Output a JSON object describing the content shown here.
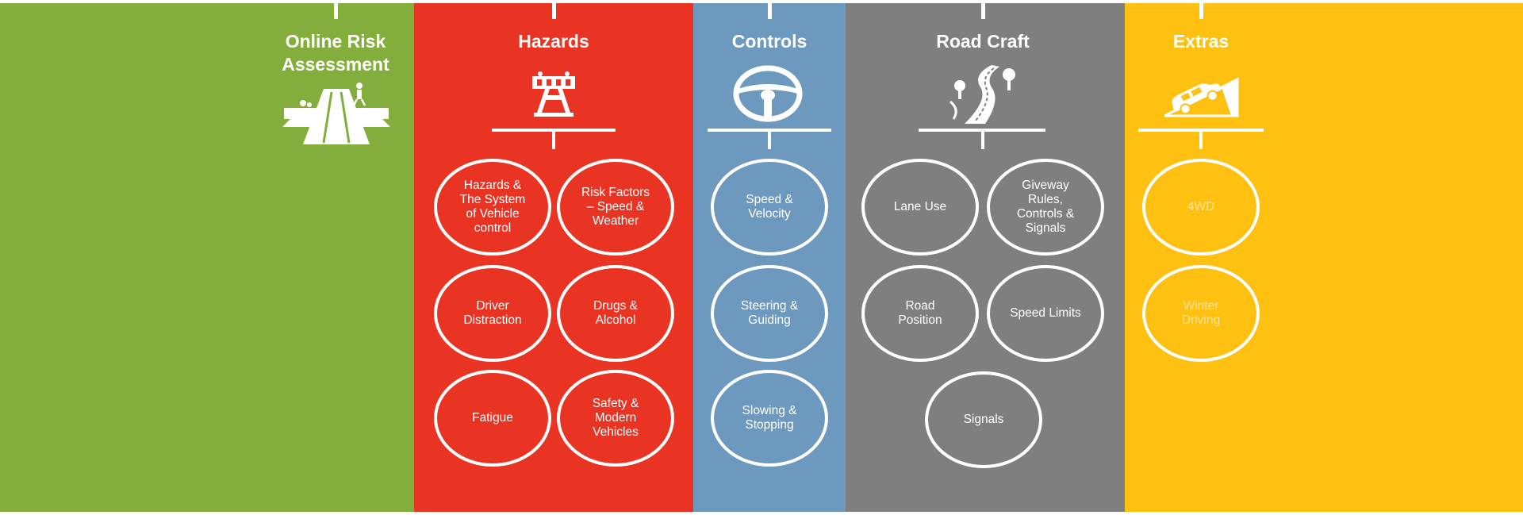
{
  "colors": {
    "green": "#84AE3C",
    "red": "#E93424",
    "blue": "#6E99BE",
    "gray": "#7F7F7F",
    "yellow": "#FEC111"
  },
  "panels": {
    "online": {
      "title": "Online Risk\nAssessment",
      "icon": "road-crossing-icon"
    },
    "hazards": {
      "title": "Hazards",
      "icon": "roadblock-barrier-icon",
      "items": [
        "Hazards &\nThe System\nof Vehicle\ncontrol",
        "Risk Factors\n– Speed &\nWeather",
        "Driver\nDistraction",
        "Drugs &\nAlcohol",
        "Fatigue",
        "Safety &\nModern\nVehicles"
      ]
    },
    "controls": {
      "title": "Controls",
      "icon": "steering-wheel-icon",
      "items": [
        "Speed &\nVelocity",
        "Steering &\nGuiding",
        "Slowing &\nStopping"
      ]
    },
    "roadcraft": {
      "title": "Road Craft",
      "icon": "winding-road-icon",
      "items": [
        "Lane Use",
        "Giveway\nRules,\nControls &\nSignals",
        "Road\nPosition",
        "Speed Limits",
        "Signals"
      ]
    },
    "extras": {
      "title": "Extras",
      "icon": "car-on-hill-icon",
      "items": [
        "4WD",
        "Winter\nDriving"
      ]
    }
  }
}
